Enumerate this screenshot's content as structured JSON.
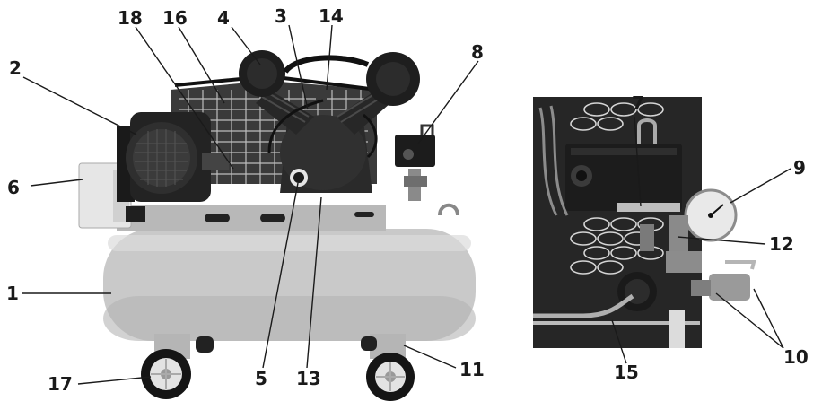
{
  "labels": {
    "l1": "1",
    "l2": "2",
    "l3": "3",
    "l4": "4",
    "l5": "5",
    "l6": "6",
    "l7": "7",
    "l8": "8",
    "l9": "9",
    "l10": "10",
    "l11": "11",
    "l12": "12",
    "l13": "13",
    "l14": "14",
    "l15": "15",
    "l16": "16",
    "l17": "17",
    "l18": "18"
  },
  "colors": {
    "tank": "#c9c9c9",
    "tank_shade": "#9e9e9e",
    "dark": "#1f1f1f",
    "metal": "#777777",
    "detail_bg": "#262626",
    "leader": "#1a1a1a"
  }
}
